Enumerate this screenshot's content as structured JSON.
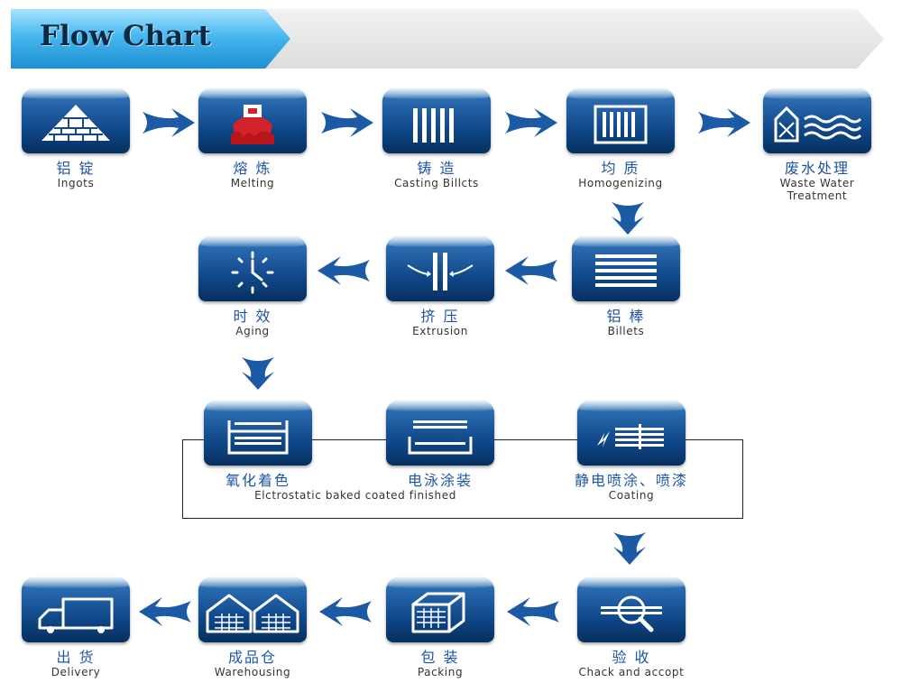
{
  "header": {
    "title": "Flow Chart"
  },
  "steps": {
    "ingots": {
      "cn": "铝 锭",
      "en": "Ingots"
    },
    "melting": {
      "cn": "熔 炼",
      "en": "Melting"
    },
    "casting": {
      "cn": "铸 造",
      "en": "Casting Billcts"
    },
    "homogenizing": {
      "cn": "均 质",
      "en": "Homogenizing"
    },
    "waste_water": {
      "cn": "废水处理",
      "en1": "Waste Water",
      "en2": "Treatment"
    },
    "billets": {
      "cn": "铝 棒",
      "en": "Billets"
    },
    "extrusion": {
      "cn": "挤 压",
      "en": "Extrusion"
    },
    "aging": {
      "cn": "时 效",
      "en": "Aging"
    },
    "oxidation": {
      "cn": "氧化着色"
    },
    "electrophoresis": {
      "cn": "电泳涂装",
      "en": "Elctrostatic baked coated finished"
    },
    "coating": {
      "cn": "静电喷涂、喷漆",
      "en": "Coating"
    },
    "check": {
      "cn": "验 收",
      "en": "Chack and accopt"
    },
    "packing": {
      "cn": "包 装",
      "en": "Packing"
    },
    "warehousing": {
      "cn": "成品仓",
      "en": "Warehousing"
    },
    "delivery": {
      "cn": "出 货",
      "en": "Delivery"
    }
  },
  "colors": {
    "tile_top": "#6ea6d6",
    "tile_bottom": "#06305f",
    "arrow": "#1c5aa6",
    "chinese_label": "#1e56a3",
    "banner_tab": "#3fb6f0",
    "banner_bg": "#e6e6e6"
  },
  "icons": [
    "ingot-stack-icon",
    "melting-furnace-icon",
    "casting-bars-icon",
    "homogenizing-bars-icon",
    "waste-water-icon",
    "billets-icon",
    "extrusion-icon",
    "aging-clock-icon",
    "oxidation-rack-icon",
    "electrophoresis-tank-icon",
    "spray-coating-icon",
    "magnifier-check-icon",
    "package-box-icon",
    "warehouse-icon",
    "delivery-truck-icon"
  ]
}
